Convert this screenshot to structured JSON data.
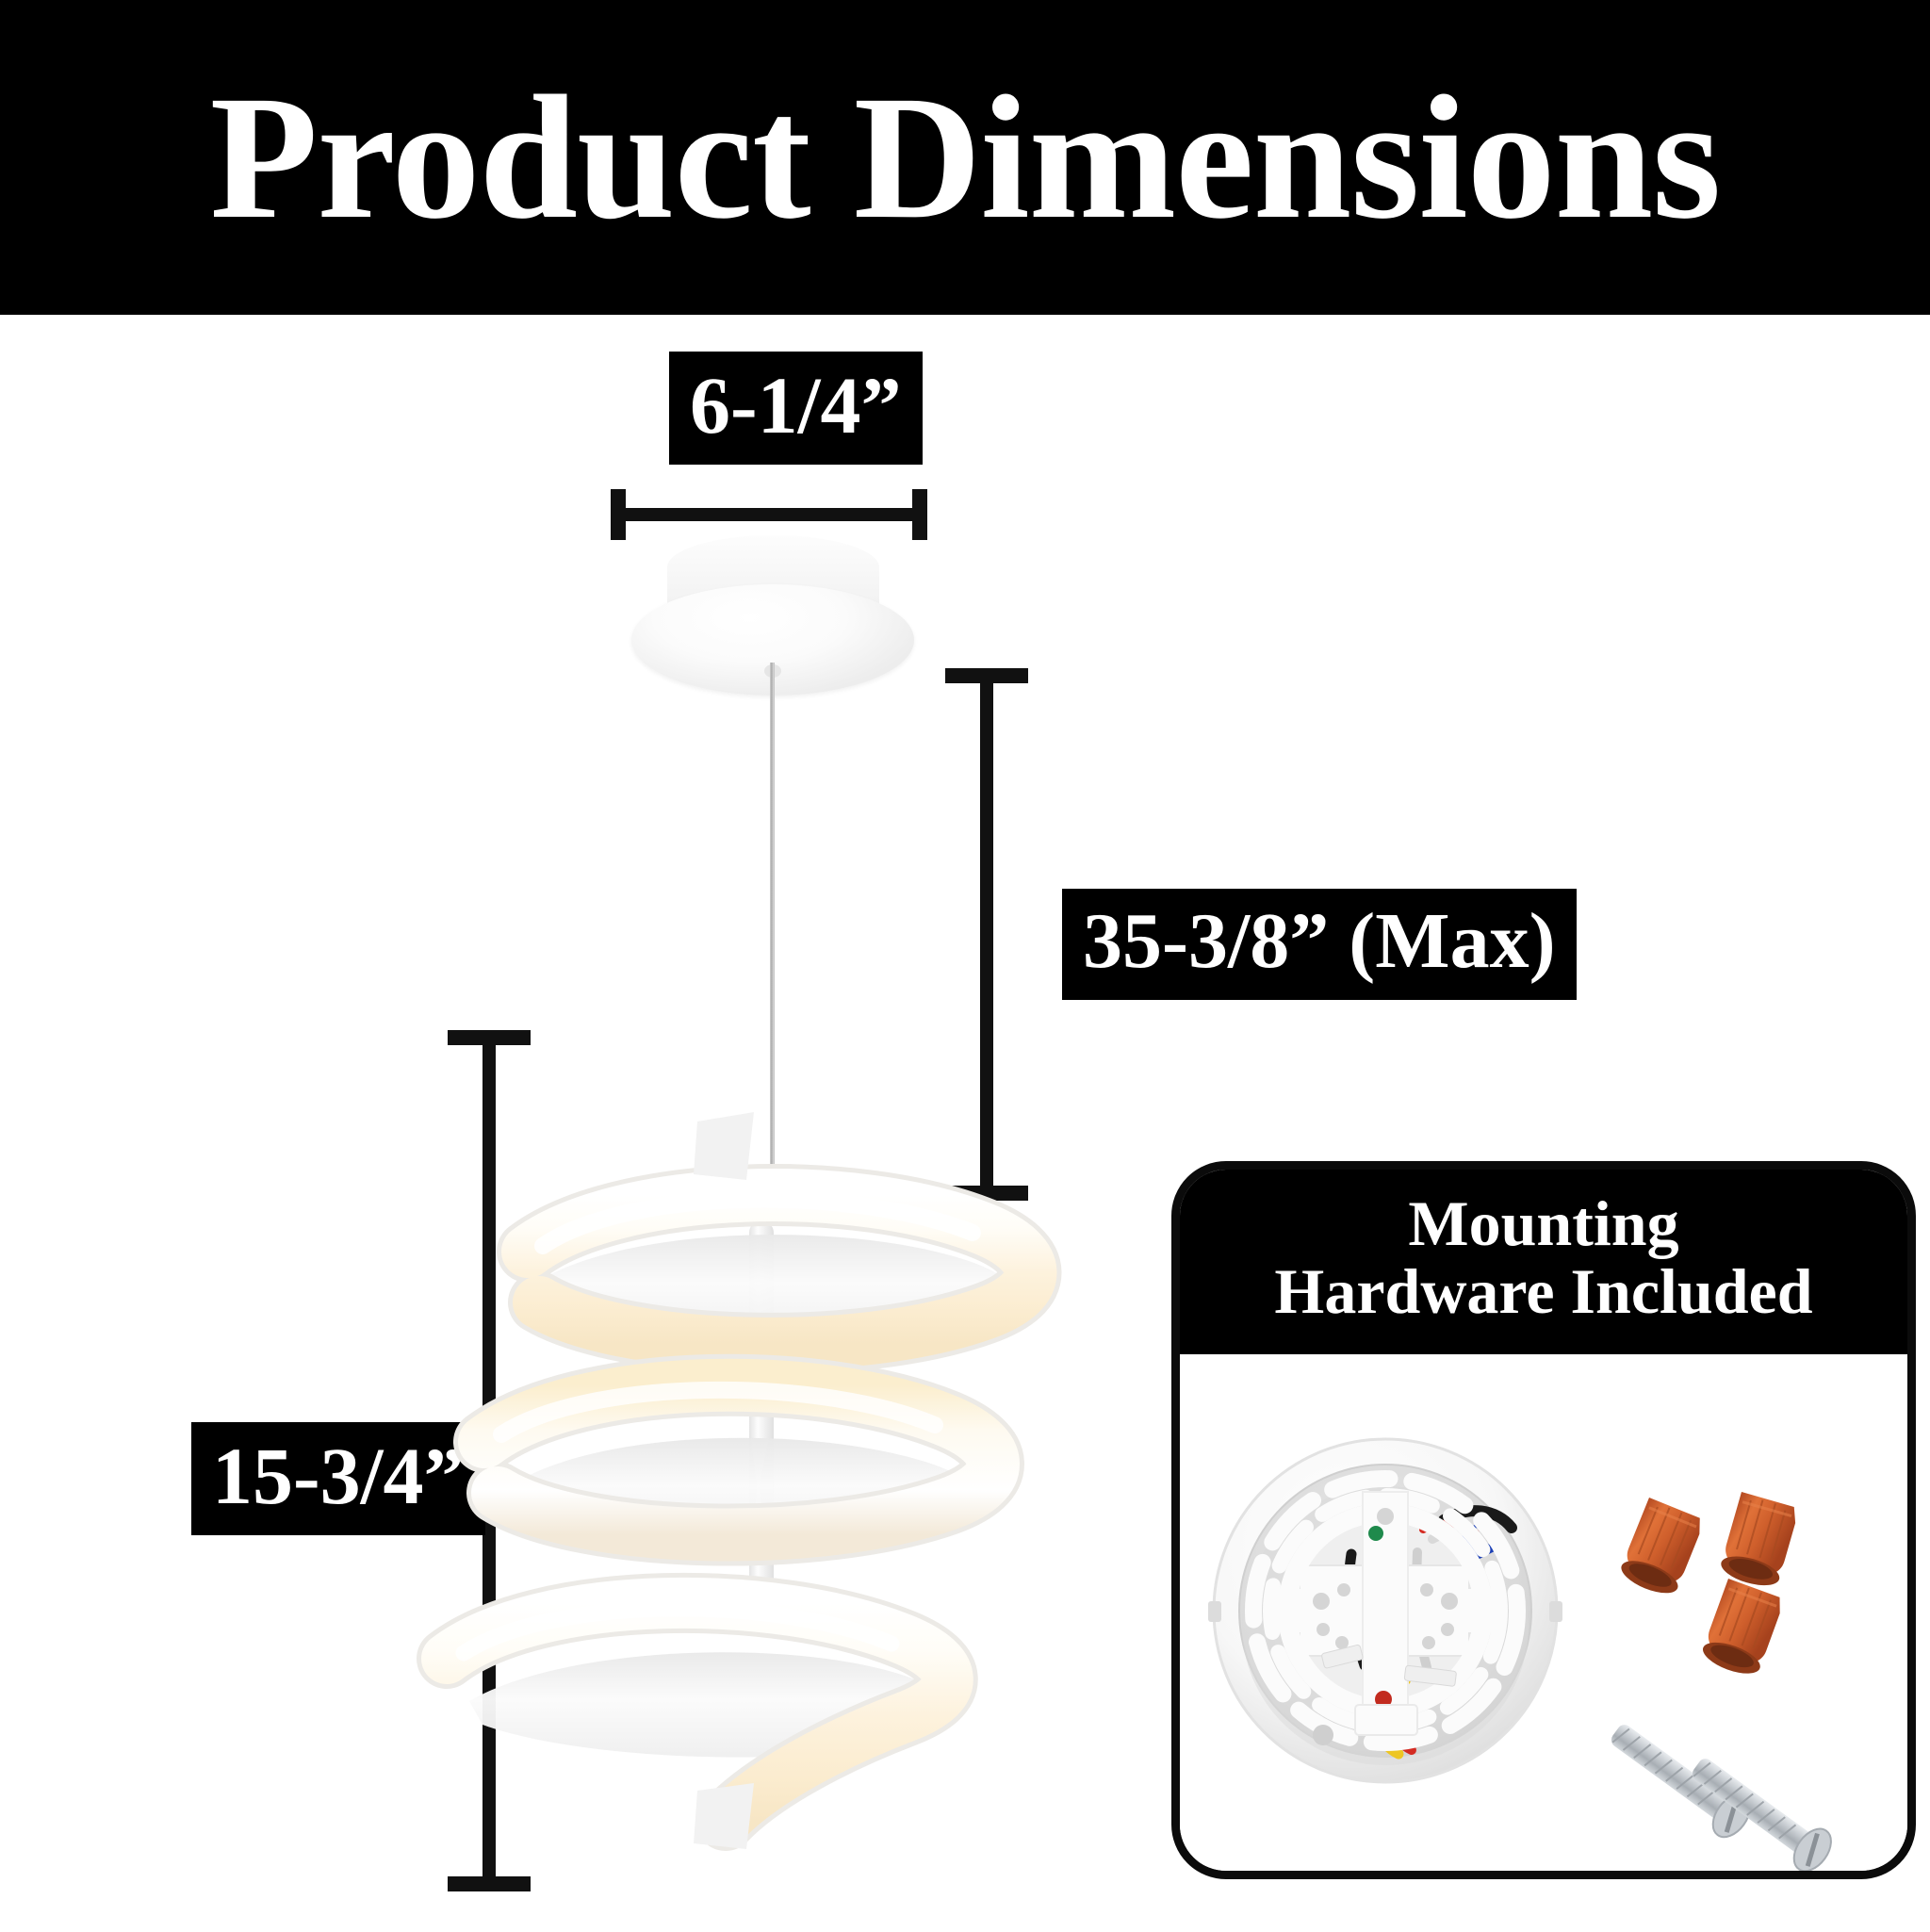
{
  "title": "Product Dimensions",
  "dimensions": {
    "width_label": "6-1/4”",
    "drop_label": "35-3/8” (Max)",
    "height_label": "15-3/4”"
  },
  "mounting_panel": {
    "heading_line1": "Mounting",
    "heading_line2": "Hardware Included",
    "parts": [
      {
        "name": "mounting-plate",
        "count": 1
      },
      {
        "name": "wire-nut",
        "count": 3
      },
      {
        "name": "machine-screw",
        "count": 2
      }
    ]
  },
  "product": {
    "type": "spiral LED pendant light",
    "canopy": "round white ceiling canopy",
    "suspension": "adjustable steel cable",
    "shade": "helical glowing LED tube"
  },
  "colors": {
    "banner_bg": "#000000",
    "banner_text": "#ffffff",
    "page_bg": "#ffffff",
    "rule": "#111111",
    "led_glow": "#fdf4e2",
    "fixture_white": "#f6f6f4",
    "wire_nut_orange": "#cf5f2c",
    "screw_silver": "#bfc3c7",
    "wire_red": "#d42b22",
    "wire_yellow": "#edc623",
    "wire_blue": "#1b3fb5",
    "wire_black": "#1a1a1a"
  }
}
